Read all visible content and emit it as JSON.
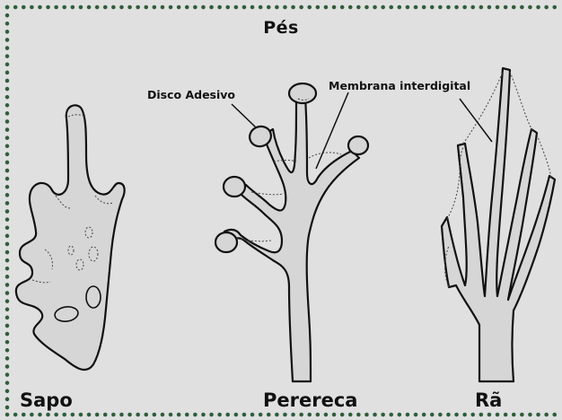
{
  "title": "Pés",
  "labels": {
    "sapo": "Sapo",
    "perereca": "Perereca",
    "ra": "Rã",
    "disco_adesivo": "Disco Adesivo",
    "membrana_interdigital": "Membrana interdigital"
  },
  "colors": {
    "background": "#e0e0e0",
    "border_dots": "#2e5e3a",
    "outline": "#111111"
  }
}
